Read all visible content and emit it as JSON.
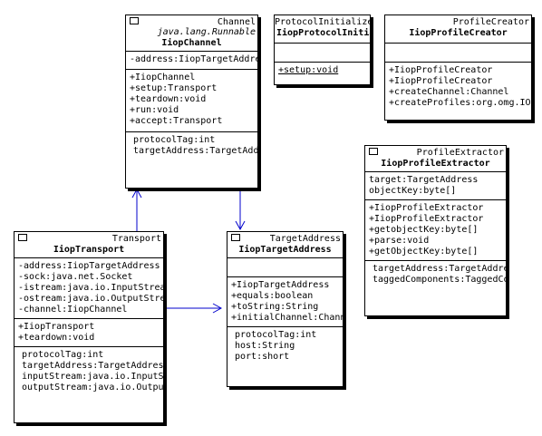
{
  "classes": {
    "iiopChannel": {
      "stereotype": "Channel",
      "package": "java.lang.Runnable",
      "name": "IiopChannel",
      "attributes": [
        "-address:IiopTargetAddress"
      ],
      "operations": [
        "+IiopChannel",
        "+setup:Transport",
        "+teardown:void",
        "+run:void",
        "+accept:Transport"
      ],
      "fields": [
        "protocolTag:int",
        "targetAddress:TargetAddress"
      ]
    },
    "iiopProtocolInit": {
      "stereotype": "ProtocolInitializer",
      "name": "IiopProtocolInitializer",
      "operations": [
        "+setup:void"
      ]
    },
    "iiopProfileCreator": {
      "stereotype": "ProfileCreator",
      "name": "IiopProfileCreator",
      "operations": [
        "+IiopProfileCreator",
        "+IiopProfileCreator",
        "+createChannel:Channel",
        "+createProfiles:org.omg.IOP.TaggedProfile[]"
      ]
    },
    "iiopProfileExtractor": {
      "stereotype": "ProfileExtractor",
      "name": "IiopProfileExtractor",
      "attributes": [
        "target:TargetAddress",
        "objectKey:byte[]"
      ],
      "operations": [
        "+IiopProfileExtractor",
        "+IiopProfileExtractor",
        "+getobjectKey:byte[]",
        "+parse:void",
        "+getObjectKey:byte[]"
      ],
      "fields": [
        "targetAddress:TargetAddress",
        "taggedComponents:TaggedComponent[]"
      ]
    },
    "iiopTransport": {
      "stereotype": "Transport",
      "name": "IiopTransport",
      "attributes": [
        "-address:IiopTargetAddress",
        "-sock:java.net.Socket",
        "-istream:java.io.InputStream",
        "-ostream:java.io.OutputStream",
        "-channel:IiopChannel"
      ],
      "operations": [
        "+IiopTransport",
        "+teardown:void"
      ],
      "fields": [
        "protocolTag:int",
        "targetAddress:TargetAddress",
        "inputStream:java.io.InputStream",
        "outputStream:java.io.OutputStream"
      ]
    },
    "iiopTargetAddress": {
      "stereotype": "TargetAddress",
      "name": "IiopTargetAddress",
      "operations": [
        "+IiopTargetAddress",
        "+equals:boolean",
        "+toString:String",
        "+initialChannel:Channel"
      ],
      "fields": [
        "protocolTag:int",
        "host:String",
        "port:short"
      ]
    }
  },
  "colors": {
    "connector": "#0000cc",
    "line": "#000000",
    "background": "#ffffff"
  }
}
